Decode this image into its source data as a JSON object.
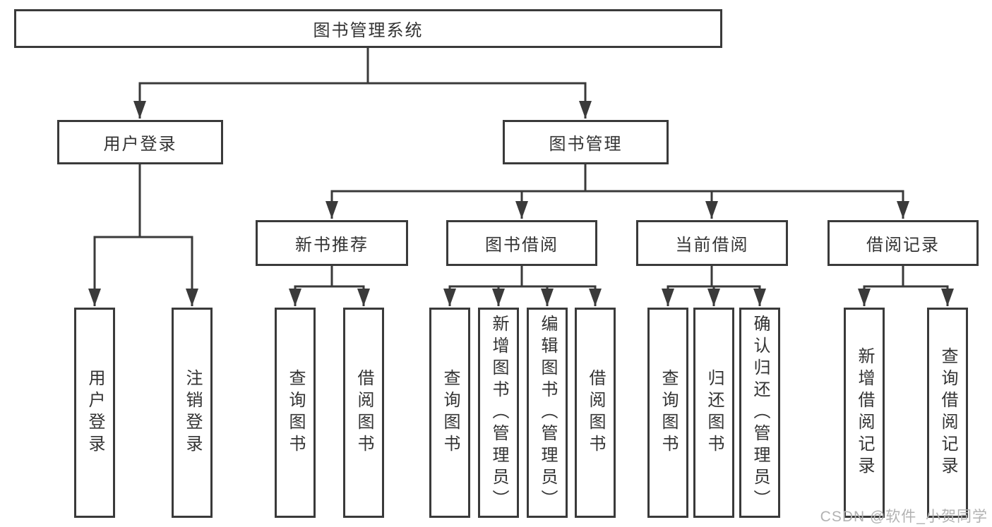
{
  "root": {
    "label": "图书管理系统"
  },
  "branches": [
    {
      "label": "用户登录",
      "children": [
        {
          "label": "用户登录"
        },
        {
          "label": "注销登录"
        }
      ]
    },
    {
      "label": "图书管理",
      "children": [
        {
          "label": "新书推荐",
          "children": [
            {
              "label": "查询图书"
            },
            {
              "label": "借阅图书"
            }
          ]
        },
        {
          "label": "图书借阅",
          "children": [
            {
              "label": "查询图书"
            },
            {
              "label": "新增图书（管理员）"
            },
            {
              "label": "编辑图书（管理员）"
            },
            {
              "label": "借阅图书"
            }
          ]
        },
        {
          "label": "当前借阅",
          "children": [
            {
              "label": "查询图书"
            },
            {
              "label": "归还图书"
            },
            {
              "label": "确认归还（管理员）"
            }
          ]
        },
        {
          "label": "借阅记录",
          "children": [
            {
              "label": "新增借阅记录"
            },
            {
              "label": "查询借阅记录"
            }
          ]
        }
      ]
    }
  ],
  "watermark": "CSDN @软件_小贺同学",
  "colors": {
    "line": "#3a3a3a",
    "text": "#333333",
    "box_fill": "#ffffff",
    "watermark": "#b2b2b2"
  }
}
